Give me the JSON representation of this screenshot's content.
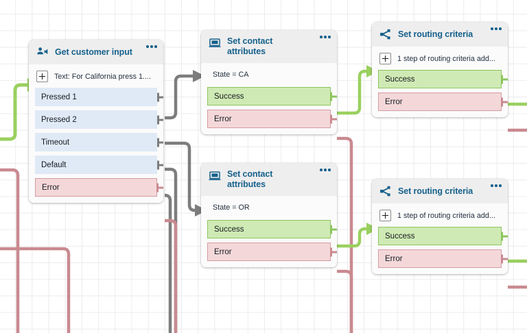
{
  "canvas": {
    "grid": true,
    "background": "#ffffff",
    "grid_color": "#ececec"
  },
  "colors": {
    "title": "#16618c",
    "blue_port": "#dfeaf6",
    "green_port": "#cfeab4",
    "green_border": "#8cc55c",
    "red_port": "#f4d8d9",
    "red_border": "#d49ba1",
    "wire_gray": "#7d7d7d",
    "wire_green": "#9ad05f",
    "wire_red": "#c98a90",
    "header": "#eeeeee"
  },
  "nodes": [
    {
      "id": "get-customer-input",
      "title": "Get customer input",
      "icon": "customer-input-icon",
      "menu": "node-menu-icon",
      "body": {
        "type": "plus",
        "text": "Text: For California press 1...."
      },
      "ports": [
        {
          "label": "Pressed 1",
          "kind": "blue"
        },
        {
          "label": "Pressed 2",
          "kind": "blue"
        },
        {
          "label": "Timeout",
          "kind": "blue"
        },
        {
          "label": "Default",
          "kind": "blue"
        },
        {
          "label": "Error",
          "kind": "red"
        }
      ]
    },
    {
      "id": "set-contact-attributes-ca",
      "title": "Set contact attributes",
      "icon": "contact-attributes-icon",
      "menu": "node-menu-icon",
      "body": {
        "type": "plain",
        "text": "State = CA"
      },
      "ports": [
        {
          "label": "Success",
          "kind": "green"
        },
        {
          "label": "Error",
          "kind": "red"
        }
      ]
    },
    {
      "id": "set-contact-attributes-or",
      "title": "Set contact attributes",
      "icon": "contact-attributes-icon",
      "menu": "node-menu-icon",
      "body": {
        "type": "plain",
        "text": "State = OR"
      },
      "ports": [
        {
          "label": "Success",
          "kind": "green"
        },
        {
          "label": "Error",
          "kind": "red"
        }
      ]
    },
    {
      "id": "set-routing-criteria-1",
      "title": "Set routing criteria",
      "icon": "routing-criteria-icon",
      "menu": "node-menu-icon",
      "body": {
        "type": "plus",
        "text": "1 step of routing criteria add..."
      },
      "ports": [
        {
          "label": "Success",
          "kind": "green"
        },
        {
          "label": "Error",
          "kind": "red"
        }
      ]
    },
    {
      "id": "set-routing-criteria-2",
      "title": "Set routing criteria",
      "icon": "routing-criteria-icon",
      "menu": "node-menu-icon",
      "body": {
        "type": "plus",
        "text": "1 step of routing criteria add..."
      },
      "ports": [
        {
          "label": "Success",
          "kind": "green"
        },
        {
          "label": "Error",
          "kind": "red"
        }
      ]
    }
  ]
}
